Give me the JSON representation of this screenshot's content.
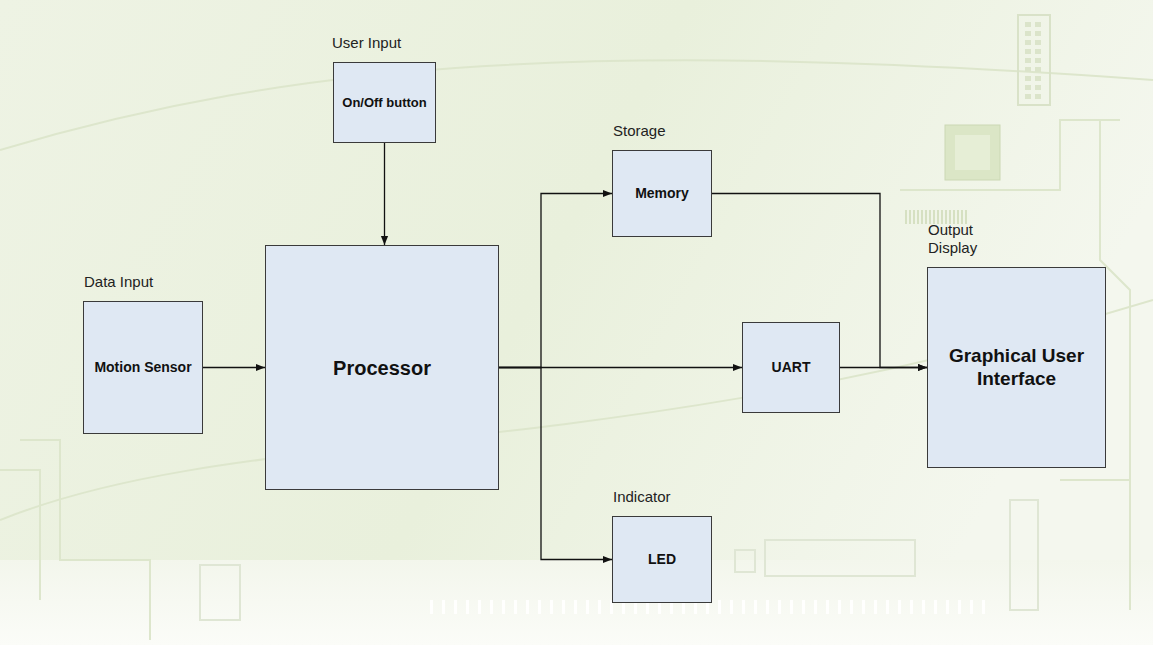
{
  "diagram": {
    "nodes": [
      {
        "text": [
          "User Input",
          "On/Off button"
        ]
      },
      {
        "text": [
          "Storage",
          "Memory"
        ]
      },
      {
        "text": [
          "Data Input",
          "Motion Sensor"
        ]
      },
      {
        "text": [
          "Processor"
        ]
      },
      {
        "text": [
          "UART"
        ]
      },
      {
        "text": [
          "Output Display",
          "Graphical User Interface"
        ]
      },
      {
        "text": [
          "Indicator",
          "LED"
        ]
      }
    ],
    "edges": [
      {
        "from": 0,
        "to": 3,
        "arrow": "to"
      },
      {
        "from": 2,
        "to": 3,
        "arrow": "to"
      },
      {
        "from": 3,
        "to": 1,
        "arrow": "to"
      },
      {
        "from": 3,
        "to": 4,
        "arrow": "to"
      },
      {
        "from": 3,
        "to": 6,
        "arrow": "to"
      },
      {
        "from": 1,
        "to": 5,
        "arrow": "to"
      },
      {
        "from": 4,
        "to": 5,
        "arrow": "to"
      }
    ]
  }
}
